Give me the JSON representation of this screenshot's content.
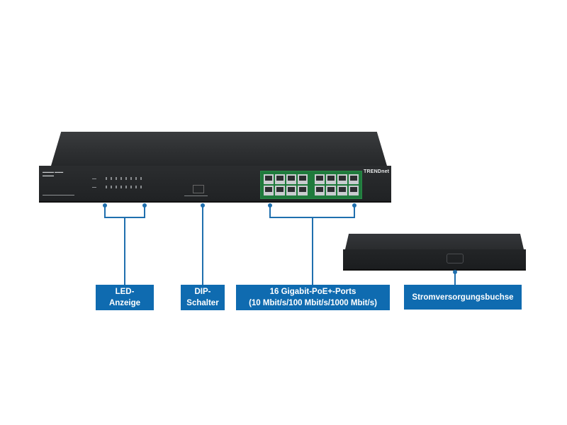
{
  "product": {
    "brand": "TRENDnet",
    "port_count": 16
  },
  "callouts": {
    "led": {
      "line1": "LED-",
      "line2": "Anzeige"
    },
    "dip": {
      "line1": "DIP-",
      "line2": "Schalter"
    },
    "ports": {
      "line1": "16 Gigabit-PoE+-Ports",
      "line2": "(10 Mbit/s/100 Mbit/s/1000 Mbit/s)"
    },
    "power": {
      "line1": "Stromversorgungsbuchse"
    }
  },
  "colors": {
    "callout_blue": "#0f6bb0",
    "line_blue": "#1f6fae",
    "port_panel_green": "#1f7a3c",
    "device_black": "#2b2d2f"
  }
}
